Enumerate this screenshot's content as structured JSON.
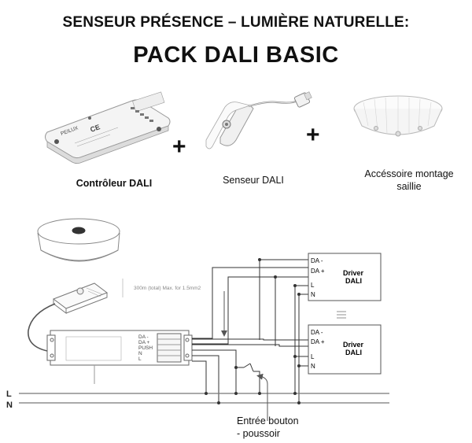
{
  "header": {
    "title_line1": "SENSEUR PRÉSENCE – LUMIÈRE NATURELLE:",
    "title_line2": "PACK DALI BASIC"
  },
  "products": {
    "controller_label": "Contrôleur DALI",
    "controller_brand": "PEILUX",
    "controller_mark": "CE",
    "sensor_label": "Senseur DALI",
    "accessory_label_1": "Accéssoire montage",
    "accessory_label_2": "saillie",
    "plus_sign": "+"
  },
  "wiring": {
    "cable_note": "300m (total) Max. for 1.5mm2",
    "controller_terminals": [
      "DA -",
      "DA +",
      "PUSH",
      "N",
      "L"
    ],
    "driver_terminals": [
      "DA -",
      "DA +",
      "L",
      "N"
    ],
    "driver_name_1": "Driver",
    "driver_name_2": "DALI",
    "line_l": "L",
    "line_n": "N",
    "button_input_1": "Entrée bouton",
    "button_input_2": "- poussoir"
  }
}
